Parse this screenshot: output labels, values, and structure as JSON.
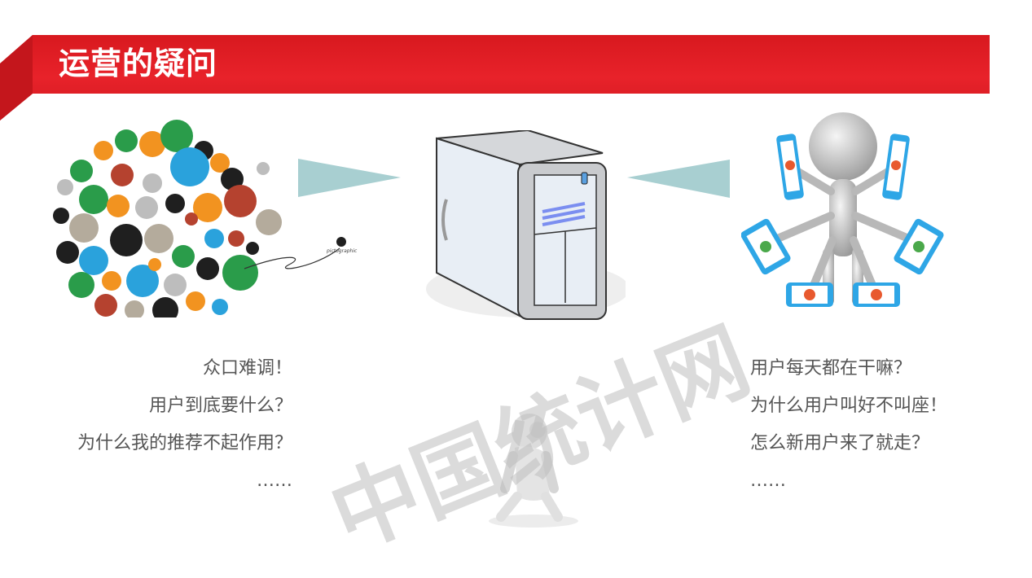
{
  "slide": {
    "title": "运营的疑问",
    "banner_color": "#E31E24",
    "arrow_color": "#A8CFD1"
  },
  "left_panel": {
    "image": "speech-bubble-of-colorful-talking-faces",
    "image_caption": "pictographic",
    "lines": [
      "众口难调！",
      "用户到底要什么？",
      "为什么我的推荐不起作用？",
      "……"
    ]
  },
  "center_panel": {
    "image": "server-tower",
    "bottom_image": "sad-sitting-person"
  },
  "right_panel": {
    "image": "multi-armed-figure-holding-phones",
    "lines": [
      "用户每天都在干嘛？",
      "为什么用户叫好不叫座！",
      "怎么新用户来了就走？",
      "……"
    ]
  },
  "watermark": {
    "text": "中国统计网"
  }
}
